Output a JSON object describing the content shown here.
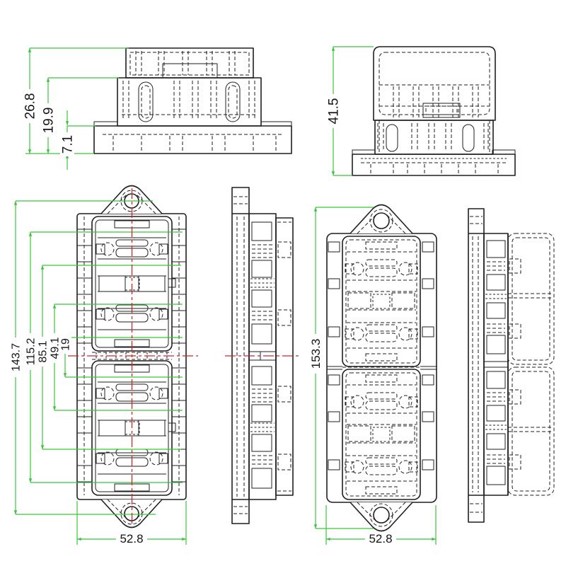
{
  "palette": {
    "background": "#ffffff",
    "lines": "#1f1f1f",
    "dimensions": "#3cc43c",
    "centerlines": "#c62828",
    "text": "#141414"
  },
  "views": {
    "side_open": {
      "dims": {
        "total_height": "26.8",
        "body_height": "19.9",
        "base_height": "7.1"
      }
    },
    "side_covered": {
      "dims": {
        "total_height": "41.5"
      }
    },
    "front_open": {
      "dims": {
        "hole_span": "143.7",
        "chain_2": "115.2",
        "chain_3": "85.1",
        "chain_4": "49.1",
        "chain_5": "19",
        "width": "52.8"
      }
    },
    "front_covered": {
      "dims": {
        "overall_height": "153.3",
        "width": "52.8"
      }
    }
  }
}
